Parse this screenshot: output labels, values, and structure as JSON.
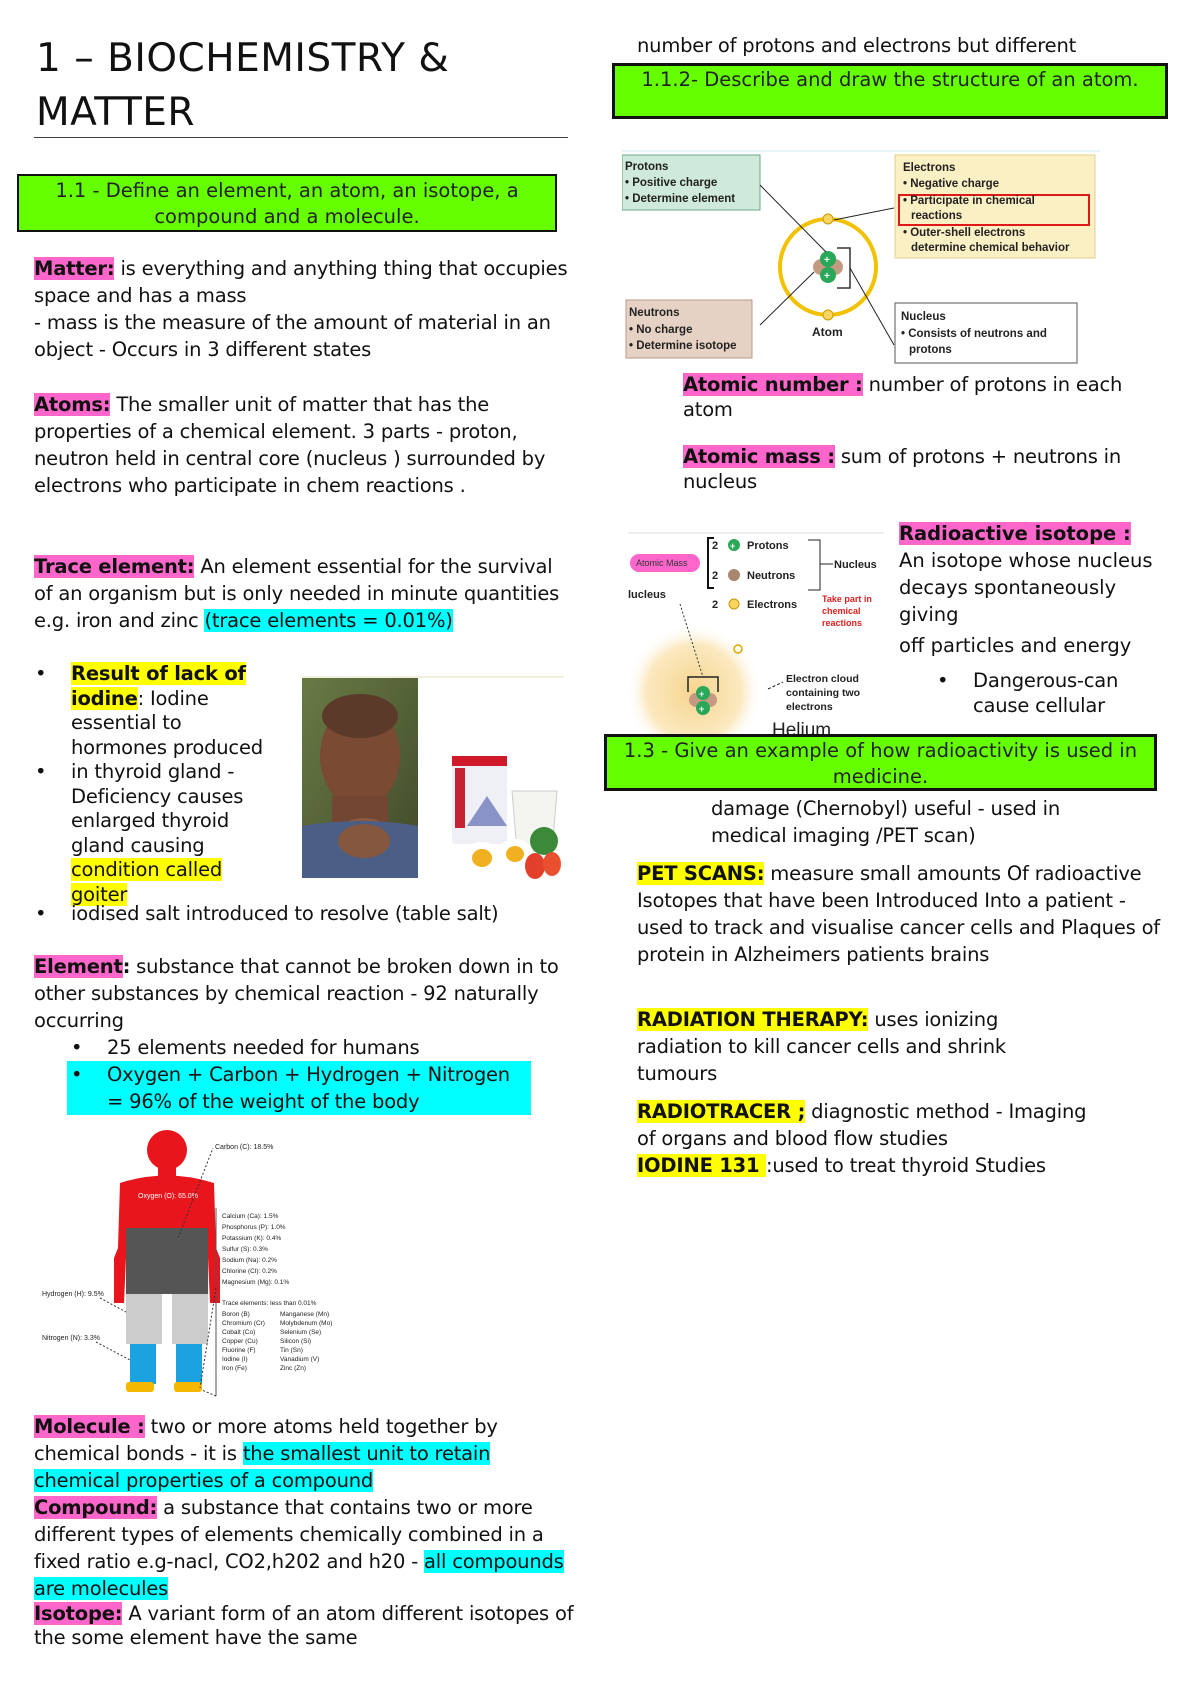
{
  "title": {
    "line1": "1 – BIOCHEMISTRY &",
    "line2": "MATTER"
  },
  "sections": {
    "s1_1": "1.1 - Define an element, an atom, an isotope, a compound and a molecule.",
    "s1_1_2": "1.1.2- Describe and draw the structure of an atom.",
    "s1_3": "1.3 - Give an example of how radioactivity is used in medicine."
  },
  "left": {
    "matter": {
      "term": "Matter:",
      "text": " is everything and anything thing that occupies space and has a mass",
      "line2": "- mass is the measure of the amount of material in an object - Occurs in 3 different states"
    },
    "atoms": {
      "term": "Atoms:",
      "text": " The smaller unit of matter that has the properties of a chemical element. 3 parts - proton, neutron held in central core (nucleus ) surrounded by electrons who participate in chem reactions ."
    },
    "trace": {
      "term": "Trace element:",
      "text": " An element essential for the survival of an organism but is only needed in minute quantities e.g. iron and zinc ",
      "highlight": "(trace elements = 0.01%)"
    },
    "iodine_bullets": [
      {
        "bold": "Result of lack of iodine",
        "text": ": Iodine essential to hormones produced"
      },
      {
        "text": "in thyroid gland - Deficiency causes enlarged thyroid gland causing ",
        "highlight": "condition called goiter"
      },
      {
        "text": "iodised salt introduced to resolve (table salt)"
      }
    ],
    "element": {
      "term": "Element",
      "colon": ":",
      "text": " substance that cannot be broken down in to other substances by chemical reaction - 92 naturally occurring"
    },
    "element_bullets": [
      {
        "text": "25 elements needed for humans"
      },
      {
        "highlight": "Oxygen + Carbon + Hydrogen + Nitrogen = 96% of the weight of the body"
      }
    ],
    "molecule": {
      "term": "Molecule :",
      "text": " two or more atoms held together by chemical bonds - it is ",
      "highlight": "the smallest unit to retain chemical properties of a compound"
    },
    "compound": {
      "term": "Compound:",
      "text": " a substance that contains two or more different types of elements chemically combined in a fixed ratio e.g-nacl, CO2,h202 and h20 - ",
      "highlight": "all compounds are molecules"
    },
    "isotope": {
      "term": "Isotope:",
      "text": " A variant form of an atom different isotopes of the some element have the same"
    }
  },
  "body_figure": {
    "oxygen": "Oxygen (O): 65.0%",
    "carbon": "Carbon (C): 18.5%",
    "hydrogen": "Hydrogen (H): 9.5%",
    "nitrogen": "Nitrogen (N): 3.3%",
    "minor": [
      "Calcium (Ca): 1.5%",
      "Phosphorus (P): 1.0%",
      "Potassium (K): 0.4%",
      "Sulfur (S): 0.3%",
      "Sodium (Na): 0.2%",
      "Chlorine (Cl): 0.2%",
      "Magnesium (Mg): 0.1%"
    ],
    "trace_title": "Trace elements: less than 0.01%",
    "trace_col1": [
      "Boron (B)",
      "Chromium (Cr)",
      "Cobalt (Co)",
      "Copper (Cu)",
      "Fluorine (F)",
      "Iodine (I)",
      "Iron (Fe)"
    ],
    "trace_col2": [
      "Manganese (Mn)",
      "Molybdenum (Mo)",
      "Selenium (Se)",
      "Silicon (Si)",
      "Tin (Sn)",
      "Vanadium (V)",
      "Zinc (Zn)"
    ]
  },
  "right": {
    "top_text": "number of protons and electrons but different",
    "atom_diagram": {
      "protons": {
        "title": "Protons",
        "items": [
          "Positive charge",
          "Determine element"
        ]
      },
      "electrons": {
        "title": "Electrons",
        "items": [
          "Negative charge",
          "Participate in chemical reactions",
          "Outer-shell electrons determine chemical behavior"
        ]
      },
      "neutrons": {
        "title": "Neutrons",
        "items": [
          "No charge",
          "Determine isotope"
        ]
      },
      "nucleus": {
        "title": "Nucleus",
        "items": [
          "Consists of neutrons and protons"
        ]
      },
      "atom_label": "Atom"
    },
    "atomic_number": {
      "term": "Atomic number :",
      "text": " number of protons in each atom"
    },
    "atomic_mass": {
      "term": "Atomic mass :",
      "text": " sum of protons + neutrons in nucleus"
    },
    "helium": {
      "atomic_mass_tag": "Atomic Mass",
      "protons": "Protons",
      "neutrons": "Neutrons",
      "electrons": "Electrons",
      "count": "2",
      "nucleus": "Nucleus",
      "nucleus_left": "lucleus",
      "take_part": "Take part in chemical reactions",
      "cloud": "Electron cloud containing two electrons",
      "helium": "Helium"
    },
    "radioactive": {
      "term": "Radioactive isotope :",
      "text": "An isotope whose nucleus decays spontaneously giving",
      "text2": "off particles and energy"
    },
    "radio_bullet": "Dangerous-can cause cellular",
    "damage": "damage (Chernobyl) useful - used in medical imaging /PET scan)",
    "pet": {
      "term": "PET SCANS:",
      "text": " measure small amounts Of radioactive Isotopes that have been Introduced Into a patient - used to track and visualise cancer cells and Plaques of protein in Alzheimers patients brains"
    },
    "therapy": {
      "term": "RADIATION THERAPY:",
      "text": " uses ionizing radiation to kill cancer cells and shrink tumours"
    },
    "tracer": {
      "term": "RADIOTRACER ;",
      "text": " diagnostic method  - Imaging of organs and blood flow studies"
    },
    "iodine131": {
      "term": "IODINE 131 ",
      "text": ":used to treat thyroid Studies"
    }
  }
}
